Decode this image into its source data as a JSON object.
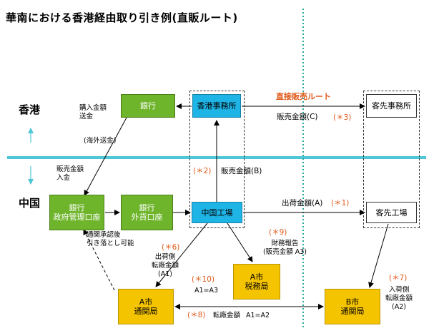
{
  "title": "華南における香港経由取り引き例(直販ルート)",
  "regions": {
    "hk": "香港",
    "cn": "中国"
  },
  "boxes": {
    "bank_hk": "銀行",
    "hk_office": "香港事務所",
    "client_office": "客先事務所",
    "bank_cn_line1": "銀行",
    "bank_cn_line2": "政府管理口座",
    "bank_fx_line1": "銀行",
    "bank_fx_line2": "外貨口座",
    "cn_factory": "中国工場",
    "client_factory": "客先工場",
    "tax_line1": "A市",
    "tax_line2": "税務局",
    "customs_a_line1": "A市",
    "customs_a_line2": "通関局",
    "customs_b_line1": "B市",
    "customs_b_line2": "通関局"
  },
  "labels": {
    "purchase_line1": "購入金額",
    "purchase_line2": "送金",
    "overseas_remit": "(海外送金)",
    "sales_in_line1": "販売金額",
    "sales_in_line2": "入金",
    "direct_route": "直接販売ルート",
    "sales_c": "販売金額(C)",
    "note3": "(＊3)",
    "note2": "(＊2)",
    "sales_b": "販売金額(B)",
    "shipped_a": "出荷金額(A)",
    "note1": "(＊1)",
    "approval_line1": "通関承認後",
    "approval_line2": "引き落とし可能",
    "note9": "(＊9)",
    "finrep_line1": "財務報告",
    "finrep_line2": "(販売金額 A3)",
    "note6": "(＊6)",
    "out_line1": "出荷側",
    "out_line2": "転廠金額",
    "out_line3": "(A1)",
    "note10": "(＊10)",
    "a1a3": "A1=A3",
    "note7": "(＊7)",
    "in_line1": "入荷側",
    "in_line2": "転廠金額",
    "in_line3": "(A2)",
    "note8": "(＊8)",
    "transfer": "転廠金額",
    "a1a2": "A1=A2"
  },
  "colors": {
    "green": "#6fb52c",
    "blue": "#1fb4e6",
    "yellow": "#f5c400",
    "border_line": "#4dc6d6",
    "note": "#e05a1a"
  }
}
